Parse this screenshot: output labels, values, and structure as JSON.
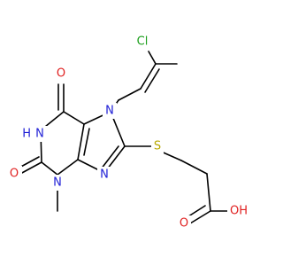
{
  "molecule": {
    "atoms": [
      {
        "id": "cl",
        "symbol": "Cl",
        "color": "#1a9e1a"
      },
      {
        "id": "n7",
        "symbol": "N",
        "color": "#1f1fd6"
      },
      {
        "id": "o6",
        "symbol": "O",
        "color": "#e02020"
      },
      {
        "id": "n1",
        "symbol": "N",
        "color": "#1f1fd6"
      },
      {
        "id": "h1",
        "symbol": "H",
        "color": "#1f1fd6"
      },
      {
        "id": "s",
        "symbol": "S",
        "color": "#b8a800"
      },
      {
        "id": "o2",
        "symbol": "O",
        "color": "#e02020"
      },
      {
        "id": "n3",
        "symbol": "N",
        "color": "#1f1fd6"
      },
      {
        "id": "n9",
        "symbol": "N",
        "color": "#1f1fd6"
      },
      {
        "id": "o_carbonyl",
        "symbol": "O",
        "color": "#e02020"
      },
      {
        "id": "oh",
        "symbol": "OH",
        "color": "#e02020"
      }
    ]
  }
}
